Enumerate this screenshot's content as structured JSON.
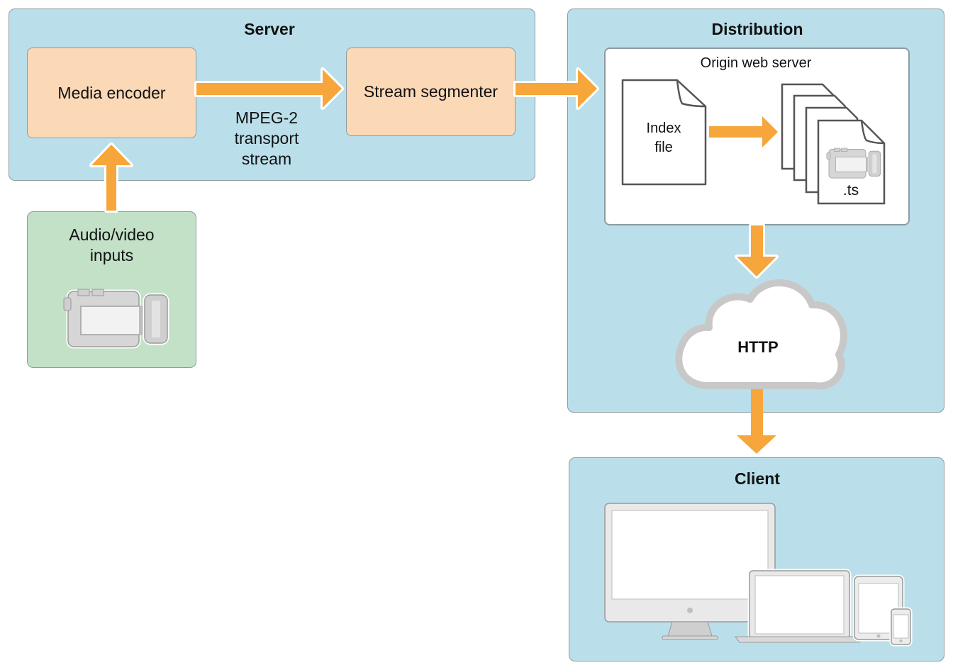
{
  "server": {
    "title": "Server",
    "media_encoder": "Media encoder",
    "stream_segmenter": "Stream segmenter",
    "transport_label": "MPEG-2\ntransport\nstream"
  },
  "inputs": {
    "label": "Audio/video\ninputs"
  },
  "distribution": {
    "title": "Distribution",
    "origin_label": "Origin web server",
    "index_file": "Index\nfile",
    "ts_label": ".ts",
    "http_label": "HTTP"
  },
  "client": {
    "title": "Client"
  },
  "colors": {
    "arrow": "#f6a63b",
    "panel_blue": "#badfea",
    "panel_green": "#c2e1c7",
    "box_peach": "#fbd8b6"
  }
}
